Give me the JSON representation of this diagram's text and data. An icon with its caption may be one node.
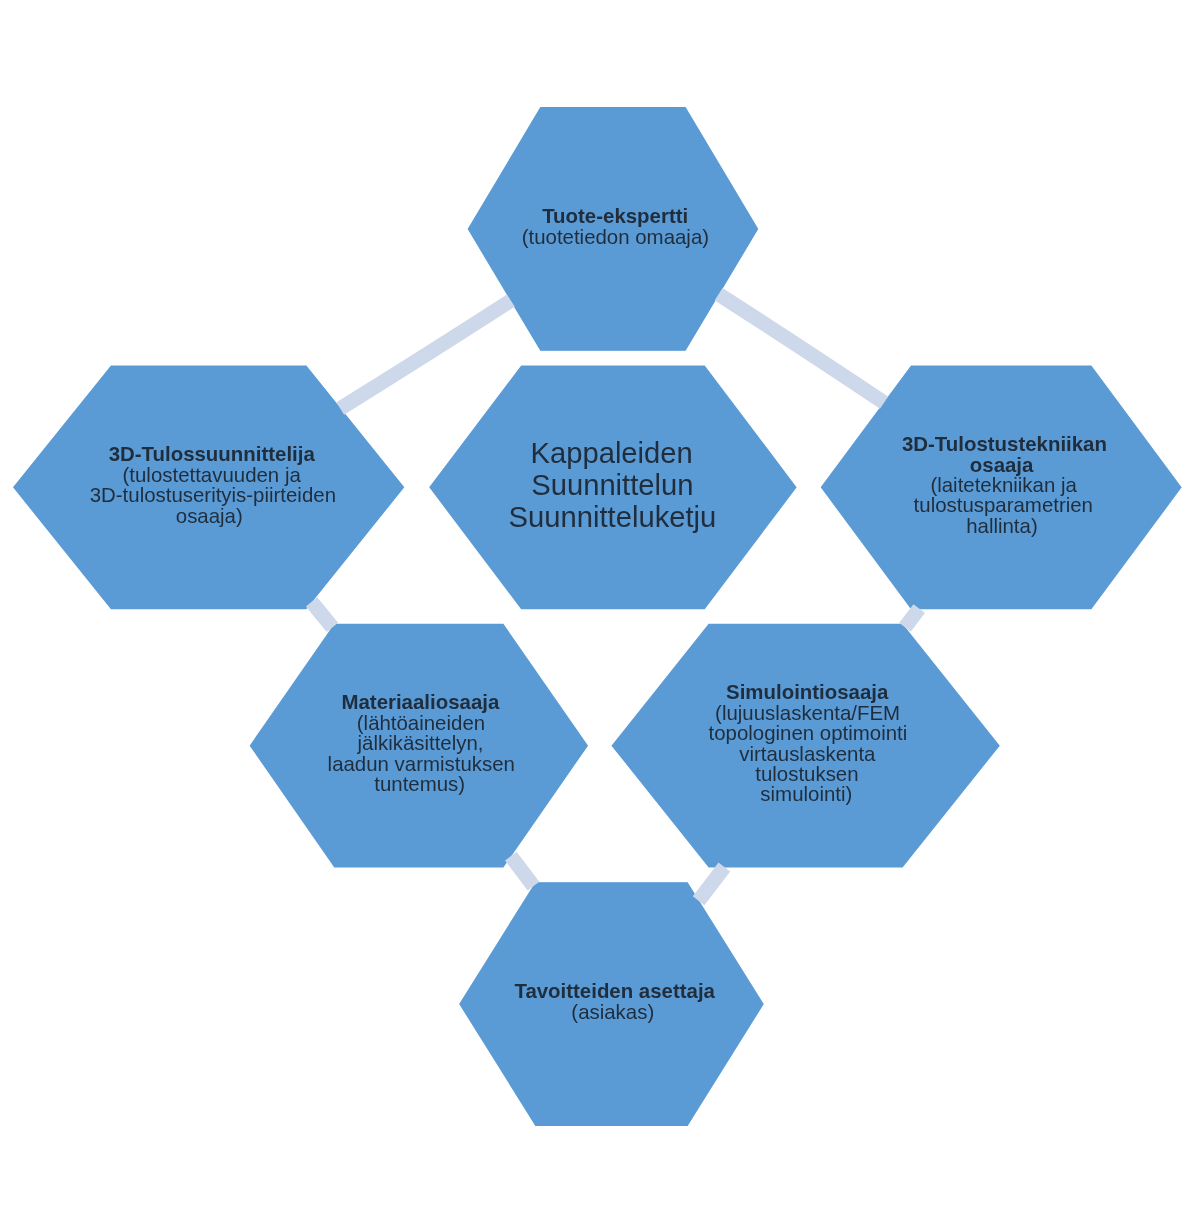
{
  "diagram": {
    "nodes": [
      {
        "text": [
          "Tuote-ekspertti",
          "(tuotetiedon omaaja)"
        ]
      },
      {
        "text": [
          "3D-Tulossuunnittelija",
          "(tulostettavuuden ja 3D-tulostuserityis-piirteiden osaaja)"
        ]
      },
      {
        "text": [
          "3D-Tulostustekniikan osaaja",
          "(laitetekniikan ja tulostusparametrien hallinta)"
        ]
      },
      {
        "text": [
          "Kappaleiden Suunnittelun Suunnitteluketju"
        ]
      },
      {
        "text": [
          "Materiaaliosaaja",
          "(lähtöaineiden jälkikäsittelyn, laadun varmistuksen tuntemus)"
        ]
      },
      {
        "text": [
          "Simulointiosaaja",
          "(lujuuslaskenta/FEM",
          "topologinen optimointi",
          "virtauslaskenta",
          "tulostuksen simulointi)"
        ]
      },
      {
        "text": [
          "Tavoitteiden asettaja",
          "(asiakas)"
        ]
      }
    ],
    "edges": [
      {
        "from": 1,
        "to": 0,
        "arrow": "none"
      },
      {
        "from": 0,
        "to": 2,
        "arrow": "none"
      },
      {
        "from": 2,
        "to": 5,
        "arrow": "none"
      },
      {
        "from": 1,
        "to": 4,
        "arrow": "none"
      },
      {
        "from": 4,
        "to": 6,
        "arrow": "none"
      },
      {
        "from": 6,
        "to": 5,
        "arrow": "none"
      }
    ]
  }
}
